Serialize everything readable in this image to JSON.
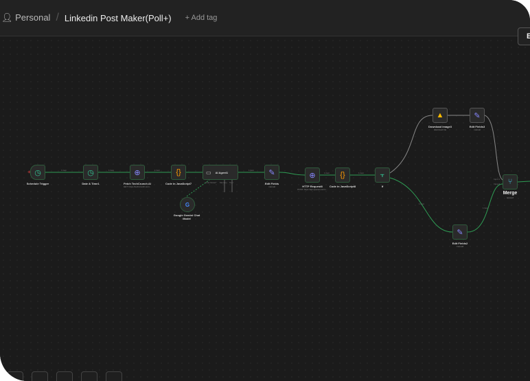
{
  "header": {
    "project": "Personal",
    "workflow_title": "Linkedin Post Maker(Poll+)",
    "add_tag": "+ Add tag",
    "side_button": "E"
  },
  "nodes": [
    {
      "id": "schedule",
      "label": "Schedule Trigger",
      "sub": "",
      "icon": "clock-icon"
    },
    {
      "id": "datetime",
      "label": "Date & Time1",
      "sub": "",
      "icon": "clock-icon"
    },
    {
      "id": "fetch",
      "label": "Fetch TechCrunch AI",
      "sub": "GET: https://techcrunch.com...",
      "icon": "globe-icon"
    },
    {
      "id": "code7",
      "label": "Code in JavaScript7",
      "sub": "",
      "icon": "code-braces-icon"
    },
    {
      "id": "agent",
      "label": "AI Agent1",
      "sub": "",
      "icon": "robot-icon"
    },
    {
      "id": "gemini",
      "label": "Google Gemini Chat Model",
      "sub": "",
      "icon": "google-icon"
    },
    {
      "id": "edit1",
      "label": "Edit Fields",
      "sub": "manual",
      "icon": "pencil-icon"
    },
    {
      "id": "http8",
      "label": "HTTP Request8",
      "sub": "POST: https://api.openai.com/v...",
      "icon": "globe-icon"
    },
    {
      "id": "code8",
      "label": "Code in JavaScript8",
      "sub": "",
      "icon": "code-braces-icon"
    },
    {
      "id": "if",
      "label": "If",
      "sub": "",
      "icon": "if-icon"
    },
    {
      "id": "download",
      "label": "Download image3",
      "sub": "download: file",
      "icon": "google-drive-icon"
    },
    {
      "id": "edit3",
      "label": "Edit Fields3",
      "sub": "manual",
      "icon": "pencil-icon"
    },
    {
      "id": "merge",
      "label": "Merge",
      "sub": "append",
      "icon": "merge-icon"
    },
    {
      "id": "edit2",
      "label": "Edit Fields2",
      "sub": "manual",
      "icon": "pencil-icon"
    }
  ],
  "edge_labels": {
    "item": "1 item",
    "chat_model": "Chat Model*",
    "memory": "Memory",
    "tool": "Tool",
    "input1": "Input 1",
    "input2": "Input 2"
  },
  "colors": {
    "success": "#2f9e55",
    "canvas": "#1b1b1b"
  }
}
